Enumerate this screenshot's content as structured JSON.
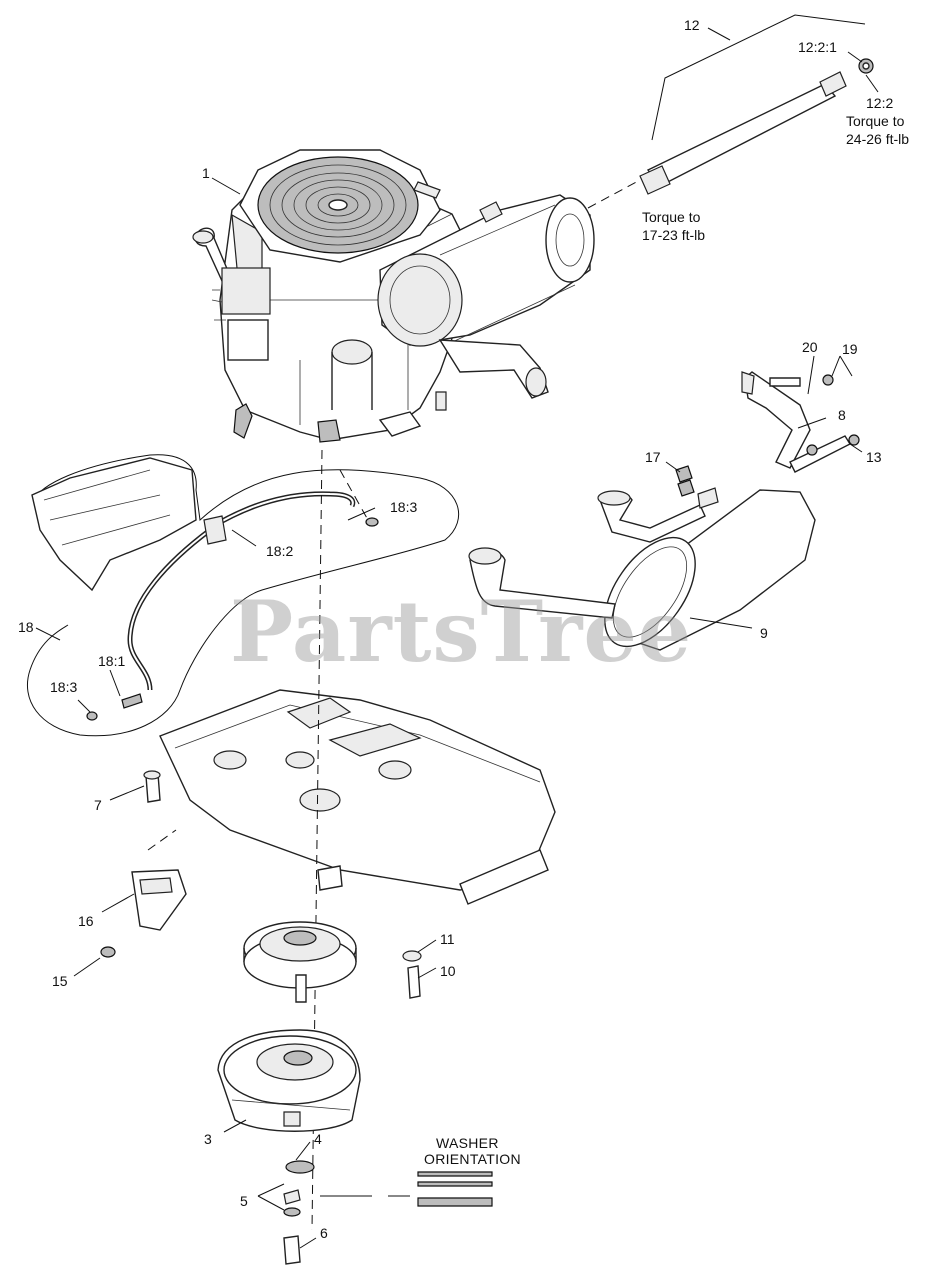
{
  "watermark": "PartsTree",
  "callouts": {
    "c1": "1",
    "c3": "3",
    "c4": "4",
    "c5": "5",
    "c6": "6",
    "c7": "7",
    "c8": "8",
    "c9": "9",
    "c10": "10",
    "c11": "11",
    "c12": "12",
    "c12_2": "12:2",
    "c12_2_1": "12:2:1",
    "c13": "13",
    "c15": "15",
    "c16": "16",
    "c17": "17",
    "c18": "18",
    "c18_1": "18:1",
    "c18_2": "18:2",
    "c18_3a": "18:3",
    "c18_3b": "18:3",
    "c19": "19",
    "c20": "20"
  },
  "notes": {
    "torque_top_1": "Torque to",
    "torque_top_2": "24-26 ft-lb",
    "torque_mid_1": "Torque to",
    "torque_mid_2": "17-23 ft-lb",
    "washer_1": "WASHER",
    "washer_2": "ORIENTATION"
  }
}
